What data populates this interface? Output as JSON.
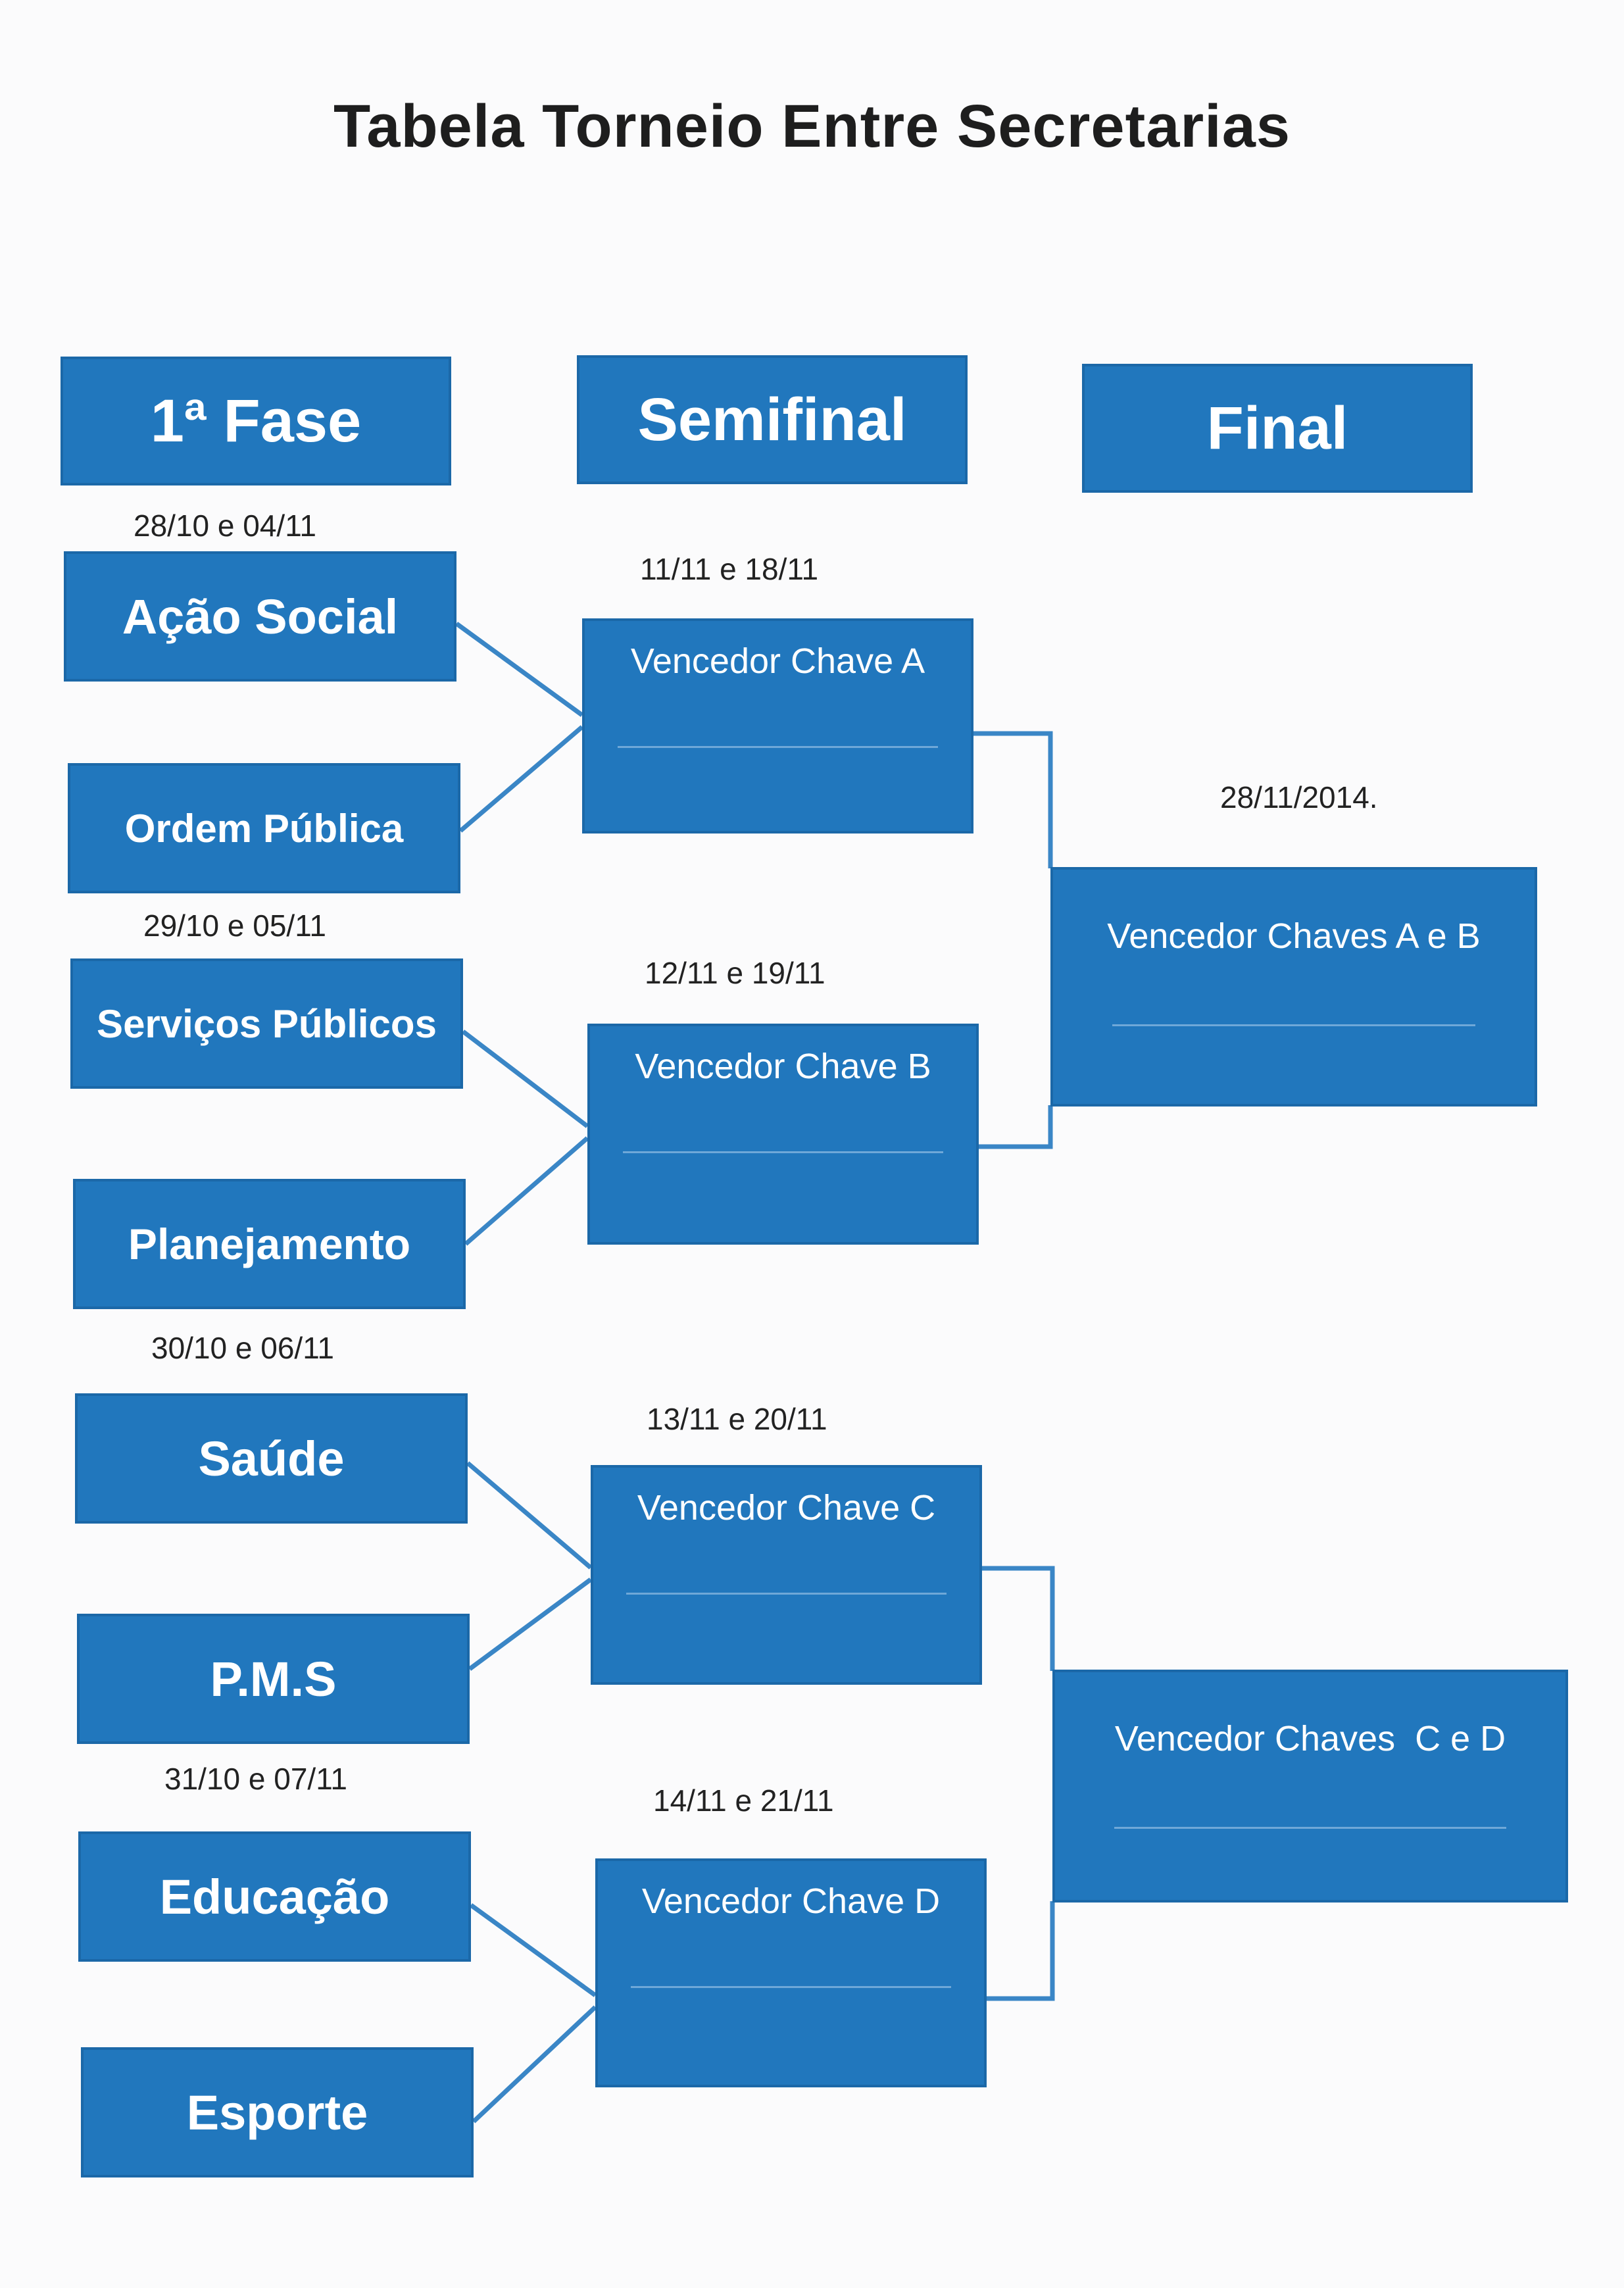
{
  "title": "Tabela Torneio Entre Secretarias",
  "headers": {
    "phase1": "1ª Fase",
    "semifinal": "Semifinal",
    "final": "Final"
  },
  "phase1": {
    "dates": [
      "28/10 e 04/11",
      "29/10 e 05/11",
      "30/10 e 06/11",
      "31/10 e 07/11"
    ],
    "teams": [
      "Ação Social",
      "Ordem Pública",
      "Serviços Públicos",
      "Planejamento",
      "Saúde",
      "P.M.S",
      "Educação",
      "Esporte"
    ]
  },
  "semifinal": {
    "dates": [
      "11/11 e 18/11",
      "12/11 e 19/11",
      "13/11 e 20/11",
      "14/11 e 21/11"
    ],
    "winners": [
      "Vencedor Chave A",
      "Vencedor Chave B",
      "Vencedor Chave C",
      "Vencedor Chave D"
    ]
  },
  "final": {
    "date": "28/11/2014.",
    "winners": [
      "Vencedor Chaves A e B",
      "Vencedor Chaves  C e D"
    ]
  },
  "colors": {
    "box": "#2177bd",
    "connector": "#3a86c6"
  }
}
